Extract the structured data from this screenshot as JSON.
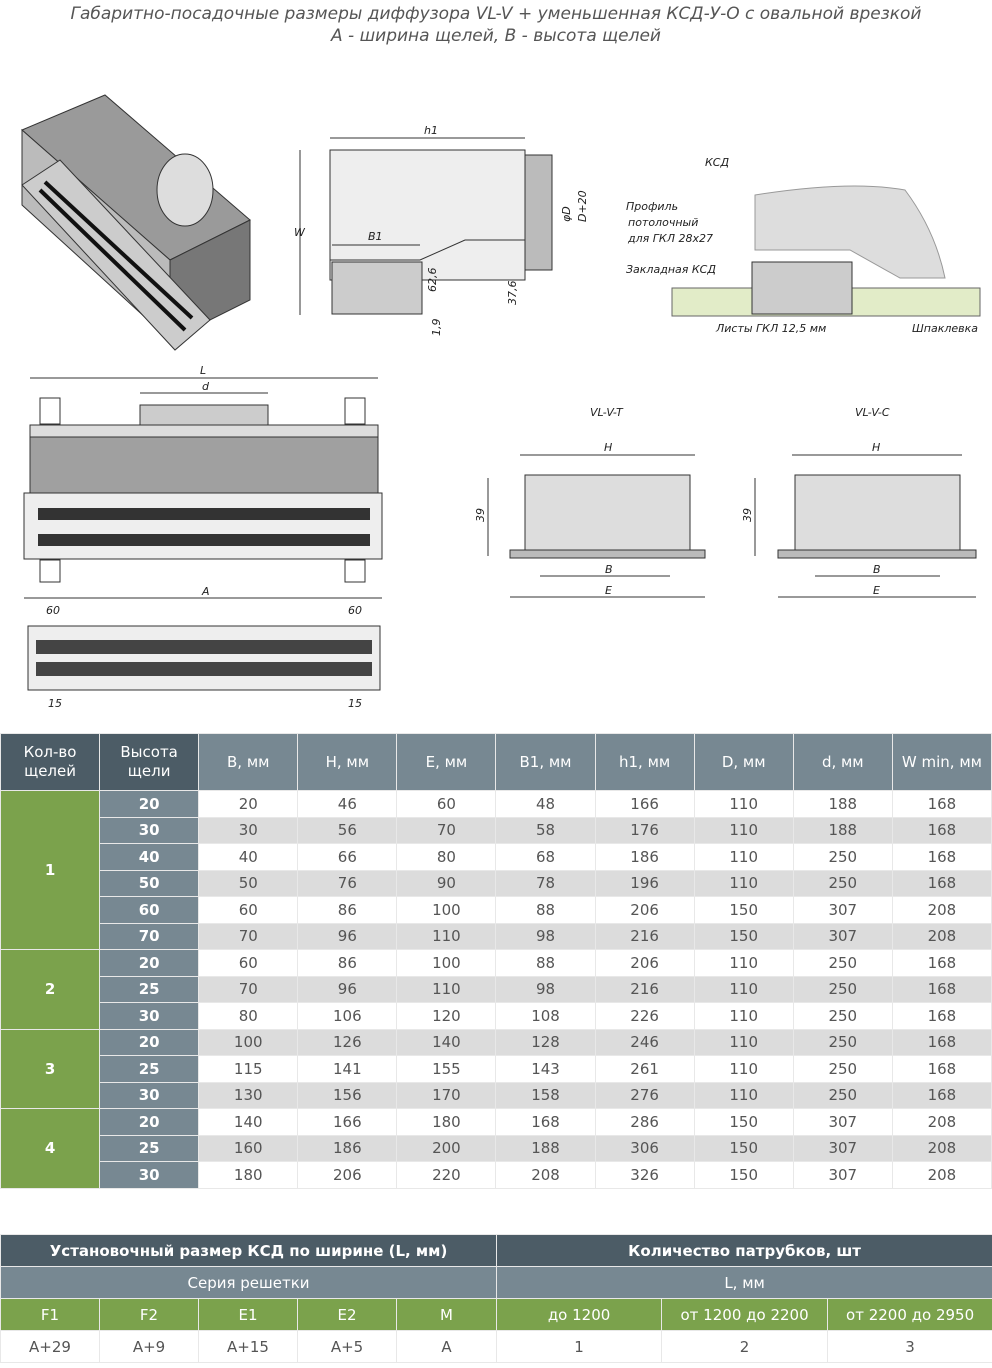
{
  "title": {
    "line1": "Габаритно-посадочные размеры диффузора VL-V + уменьшенная КСД-У-О с овальной врезкой",
    "line2": "A - ширина щелей, B - высота щелей"
  },
  "drawings": {
    "side": {
      "h1": "h1",
      "W": "W",
      "B1": "B1",
      "d1": "62,6",
      "d2": "37,6",
      "d3": "1,9",
      "phiD": "φD",
      "D20": "D+20"
    },
    "install": {
      "ksd": "КСД",
      "profile1": "Профиль",
      "profile2": "потолочный",
      "profile3": "для ГКЛ 28x27",
      "embed": "Закладная КСД",
      "sheets": "Листы ГКЛ 12,5 мм",
      "putty": "Шпаклевка"
    },
    "front": {
      "L": "L",
      "d": "d",
      "A": "A",
      "s60a": "60",
      "s60b": "60",
      "s15a": "15",
      "s15b": "15"
    },
    "vlt": {
      "name": "VL-V-T",
      "H": "H",
      "h39": "39",
      "B": "B",
      "E": "E"
    },
    "vlc": {
      "name": "VL-V-C",
      "H": "H",
      "h39": "39",
      "B": "B",
      "E": "E"
    }
  },
  "main_table": {
    "headers": [
      "Кол-во щелей",
      "Высота щели",
      "B, мм",
      "H, мм",
      "E, мм",
      "B1, мм",
      "h1, мм",
      "D, мм",
      "d, мм",
      "W min, мм"
    ],
    "groups": [
      {
        "slots": "1",
        "rows": [
          [
            "20",
            "20",
            "46",
            "60",
            "48",
            "166",
            "110",
            "188",
            "168"
          ],
          [
            "30",
            "30",
            "56",
            "70",
            "58",
            "176",
            "110",
            "188",
            "168"
          ],
          [
            "40",
            "40",
            "66",
            "80",
            "68",
            "186",
            "110",
            "250",
            "168"
          ],
          [
            "50",
            "50",
            "76",
            "90",
            "78",
            "196",
            "110",
            "250",
            "168"
          ],
          [
            "60",
            "60",
            "86",
            "100",
            "88",
            "206",
            "150",
            "307",
            "208"
          ],
          [
            "70",
            "70",
            "96",
            "110",
            "98",
            "216",
            "150",
            "307",
            "208"
          ]
        ]
      },
      {
        "slots": "2",
        "rows": [
          [
            "20",
            "60",
            "86",
            "100",
            "88",
            "206",
            "110",
            "250",
            "168"
          ],
          [
            "25",
            "70",
            "96",
            "110",
            "98",
            "216",
            "110",
            "250",
            "168"
          ],
          [
            "30",
            "80",
            "106",
            "120",
            "108",
            "226",
            "110",
            "250",
            "168"
          ]
        ]
      },
      {
        "slots": "3",
        "rows": [
          [
            "20",
            "100",
            "126",
            "140",
            "128",
            "246",
            "110",
            "250",
            "168"
          ],
          [
            "25",
            "115",
            "141",
            "155",
            "143",
            "261",
            "110",
            "250",
            "168"
          ],
          [
            "30",
            "130",
            "156",
            "170",
            "158",
            "276",
            "110",
            "250",
            "168"
          ]
        ]
      },
      {
        "slots": "4",
        "rows": [
          [
            "20",
            "140",
            "166",
            "180",
            "168",
            "286",
            "150",
            "307",
            "208"
          ],
          [
            "25",
            "160",
            "186",
            "200",
            "188",
            "306",
            "150",
            "307",
            "208"
          ],
          [
            "30",
            "180",
            "206",
            "220",
            "208",
            "326",
            "150",
            "307",
            "208"
          ]
        ]
      }
    ]
  },
  "bottom_table": {
    "left_title": "Установочный размер КСД по ширине (L, мм)",
    "right_title": "Количество патрубков, шт",
    "left_sub": "Серия решетки",
    "right_sub": "L, мм",
    "series": [
      "F1",
      "F2",
      "E1",
      "E2",
      "M"
    ],
    "series_values": [
      "A+29",
      "A+9",
      "A+15",
      "A+5",
      "A"
    ],
    "ranges": [
      "до 1200",
      "от 1200 до 2200",
      "от 2200 до 2950"
    ],
    "counts": [
      "1",
      "2",
      "3"
    ]
  },
  "colors": {
    "dark": "#4c5c66",
    "gray": "#778892",
    "green": "#7ba24c",
    "stripe": "#dcdcdc"
  }
}
